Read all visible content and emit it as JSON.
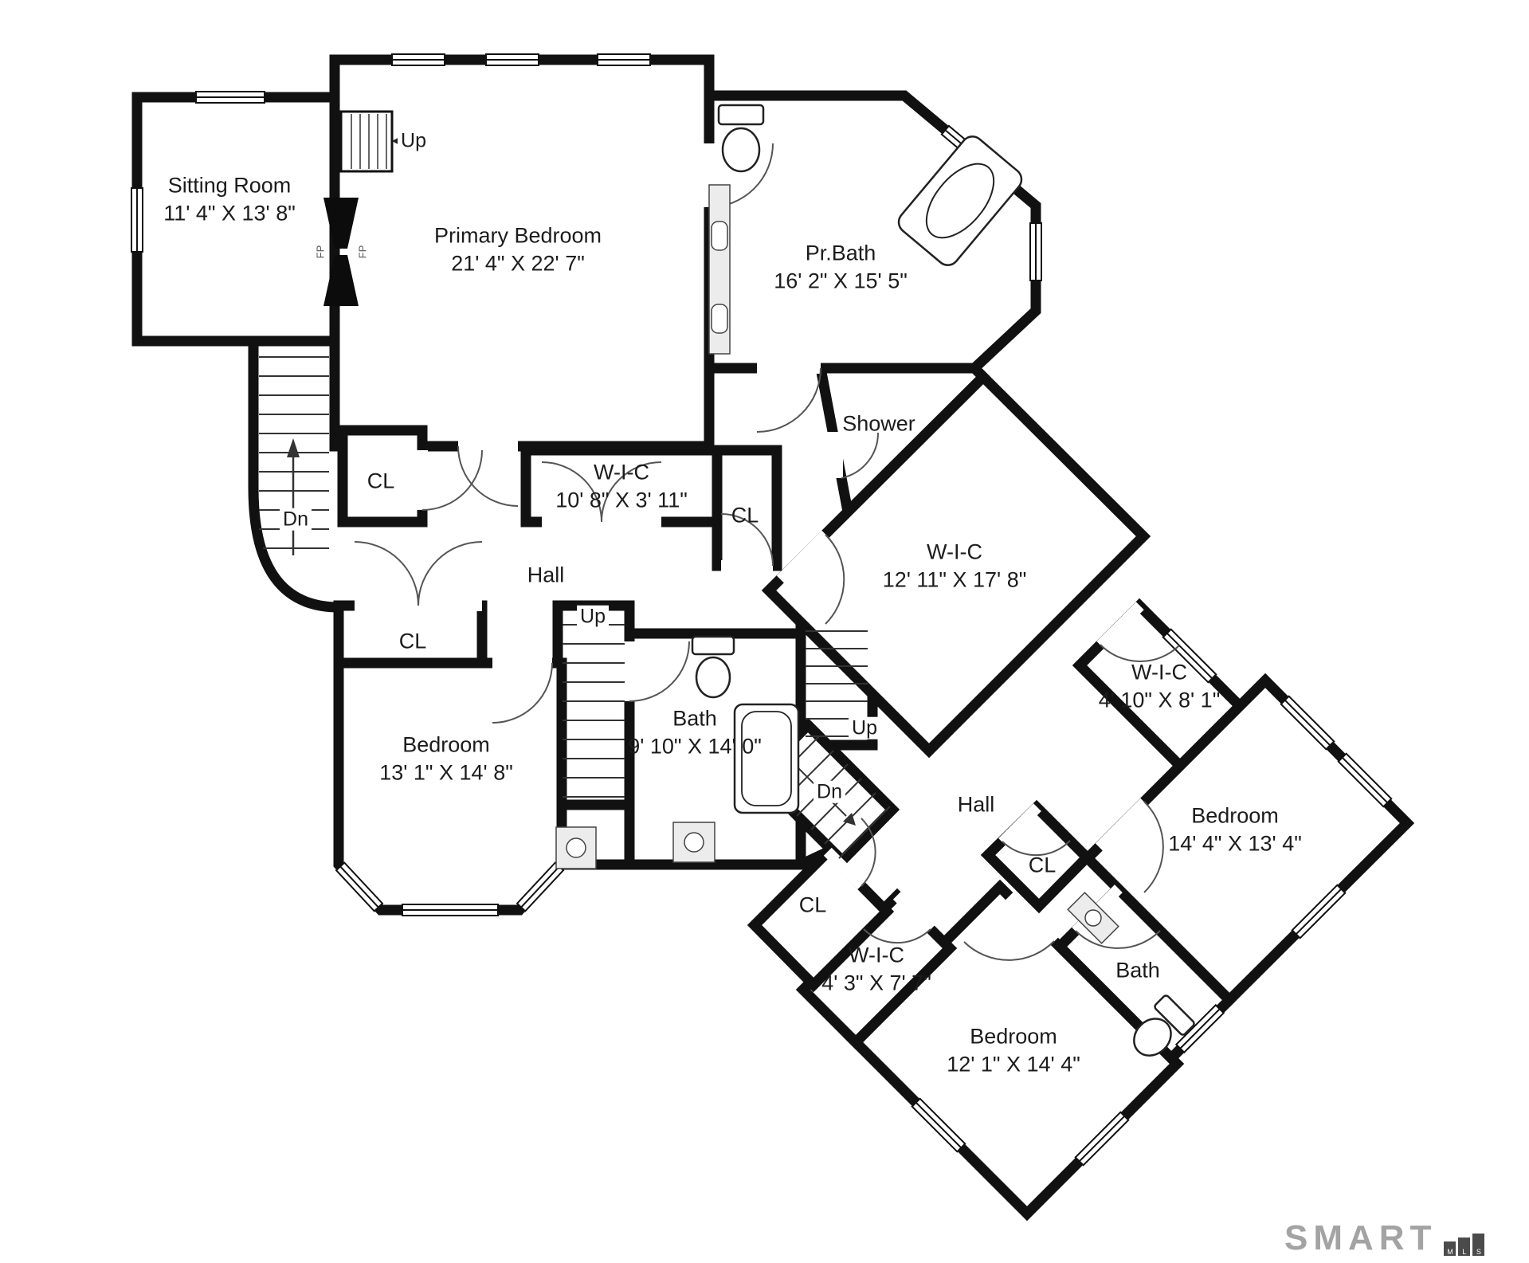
{
  "rooms": {
    "sitting": {
      "name": "Sitting Room",
      "dims": "11' 4\" X 13' 8\""
    },
    "primary": {
      "name": "Primary Bedroom",
      "dims": "21' 4\" X 22' 7\""
    },
    "prbath": {
      "name": "Pr.Bath",
      "dims": "16' 2\" X 15' 5\""
    },
    "shower": {
      "name": "Shower"
    },
    "wic108": {
      "name": "W-I-C",
      "dims": "10' 8\" X 3' 11\""
    },
    "wic1211": {
      "name": "W-I-C",
      "dims": "12' 11\" X 17' 8\""
    },
    "wic410": {
      "name": "W-I-C",
      "dims": "4' 10\" X 8' 1\""
    },
    "wic43": {
      "name": "W-I-C",
      "dims": "4' 3\" X 7' 7\""
    },
    "bedroom131": {
      "name": "Bedroom",
      "dims": "13' 1\" X 14' 8\""
    },
    "bedroom144": {
      "name": "Bedroom",
      "dims": "14' 4\" X 13' 4\""
    },
    "bedroom121": {
      "name": "Bedroom",
      "dims": "12' 1\" X 14' 4\""
    },
    "bath910": {
      "name": "Bath",
      "dims": "9' 10\" X 14' 0\""
    },
    "bathwing": {
      "name": "Bath"
    },
    "hall": {
      "name": "Hall"
    }
  },
  "annotations": {
    "up": "Up",
    "dn": "Dn",
    "cl": "CL",
    "fp": "FP"
  },
  "branding": {
    "name": "SMART",
    "mls": [
      "M",
      "L",
      "S"
    ]
  }
}
